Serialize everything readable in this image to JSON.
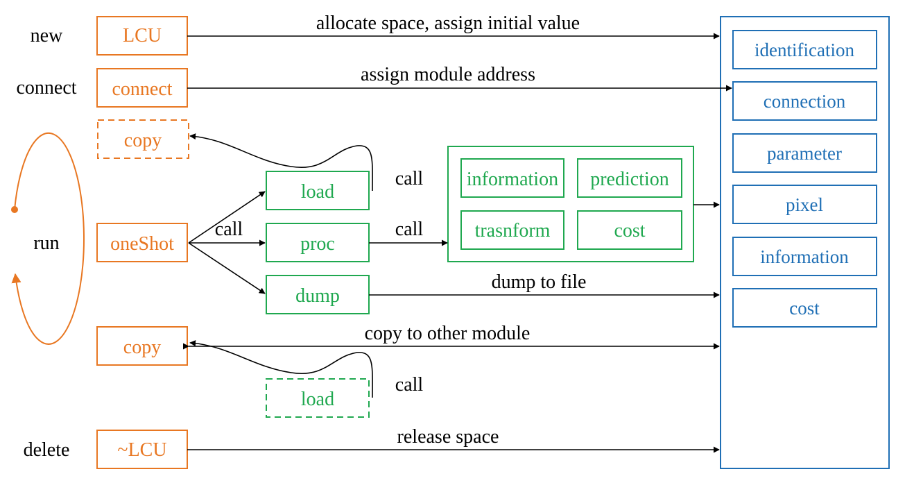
{
  "colors": {
    "orange": "#E87722",
    "green": "#1FA84F",
    "blue": "#1F6FB5",
    "black": "#000000"
  },
  "phases": {
    "new": "new",
    "connect": "connect",
    "run": "run",
    "delete": "delete"
  },
  "lifecycle_boxes": {
    "lcu": "LCU",
    "connect": "connect",
    "copy_dashed": "copy",
    "oneshot": "oneShot",
    "copy": "copy",
    "destructor": "~LCU"
  },
  "methods": {
    "load": "load",
    "proc": "proc",
    "dump": "dump",
    "load_dashed": "load"
  },
  "proc_modules": {
    "information": "information",
    "prediction": "prediction",
    "trasnform": "trasnform",
    "cost": "cost"
  },
  "data_fields": [
    "identification",
    "connection",
    "parameter",
    "pixel",
    "information",
    "cost"
  ],
  "edge_labels": {
    "allocate": "allocate space, assign initial value",
    "assign_address": "assign module address",
    "call_load": "call",
    "call_oneshot": "call",
    "call_proc": "call",
    "dump_to_file": "dump to file",
    "copy_to_other": "copy to other module",
    "call_load2": "call",
    "release": "release space"
  }
}
